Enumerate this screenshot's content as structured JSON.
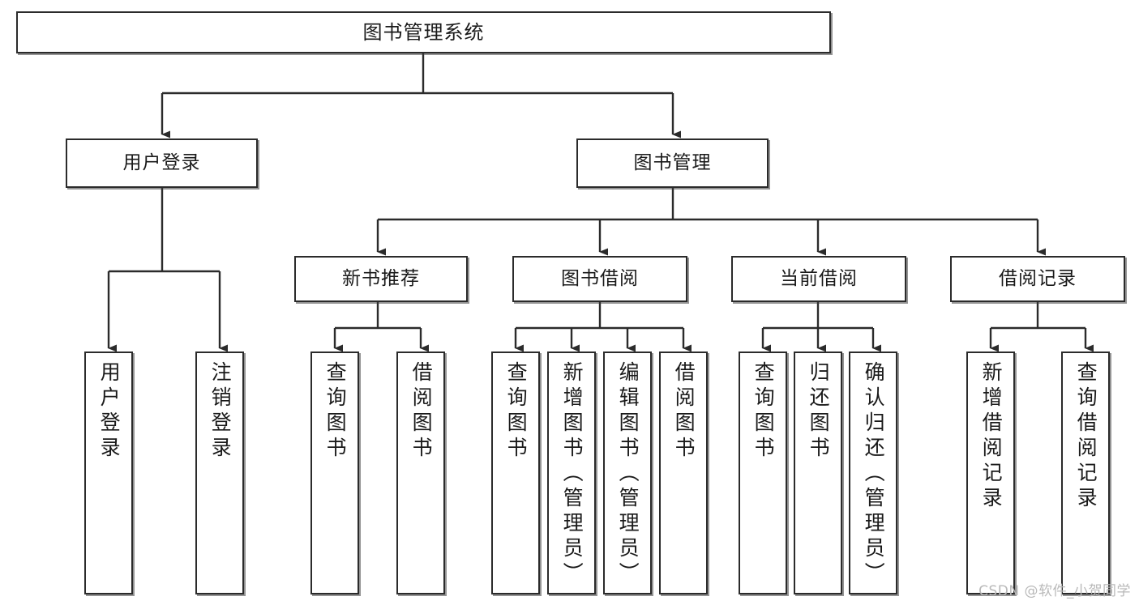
{
  "diagram": {
    "type": "tree-hierarchy",
    "title": "图书管理系统",
    "watermark": "CSDN @软件_小贺同学",
    "colors": {
      "box_border": "#2b2b2b",
      "box_fill": "#ffffff",
      "connector": "#2b2b2b",
      "text": "#1a1a1a",
      "watermark": "#b9b9b9"
    },
    "levels": [
      {
        "level": 0,
        "name": "system-root"
      },
      {
        "level": 1,
        "name": "modules"
      },
      {
        "level": 2,
        "name": "sub-modules"
      },
      {
        "level": 3,
        "name": "functions"
      }
    ],
    "nodes": {
      "root": {
        "id": "n0",
        "label": "图书管理系统",
        "orientation": "horizontal"
      },
      "level1": [
        {
          "id": "n1",
          "label": "用户登录",
          "orientation": "horizontal"
        },
        {
          "id": "n2",
          "label": "图书管理",
          "orientation": "horizontal"
        }
      ],
      "level2": [
        {
          "id": "n3",
          "label": "新书推荐",
          "orientation": "horizontal",
          "parent": "n2"
        },
        {
          "id": "n4",
          "label": "图书借阅",
          "orientation": "horizontal",
          "parent": "n2"
        },
        {
          "id": "n5",
          "label": "当前借阅",
          "orientation": "horizontal",
          "parent": "n2"
        },
        {
          "id": "n6",
          "label": "借阅记录",
          "orientation": "horizontal",
          "parent": "n2"
        }
      ],
      "leaves": [
        {
          "id": "l1",
          "label": "用户登录",
          "parent": "n1"
        },
        {
          "id": "l2",
          "label": "注销登录",
          "parent": "n1"
        },
        {
          "id": "l3",
          "label": "查询图书",
          "parent": "n3"
        },
        {
          "id": "l4",
          "label": "借阅图书",
          "parent": "n3"
        },
        {
          "id": "l5",
          "label": "查询图书",
          "parent": "n4"
        },
        {
          "id": "l6",
          "label": "新增图书（管理员）",
          "parent": "n4"
        },
        {
          "id": "l7",
          "label": "编辑图书（管理员）",
          "parent": "n4"
        },
        {
          "id": "l8",
          "label": "借阅图书",
          "parent": "n4"
        },
        {
          "id": "l9",
          "label": "查询图书",
          "parent": "n5"
        },
        {
          "id": "l10",
          "label": "归还图书",
          "parent": "n5"
        },
        {
          "id": "l11",
          "label": "确认归还（管理员）",
          "parent": "n5"
        },
        {
          "id": "l12",
          "label": "新增借阅记录",
          "parent": "n6"
        },
        {
          "id": "l13",
          "label": "查询借阅记录",
          "parent": "n6"
        }
      ]
    },
    "edges": [
      {
        "from": "n0",
        "to": "n1"
      },
      {
        "from": "n0",
        "to": "n2"
      },
      {
        "from": "n2",
        "to": "n3"
      },
      {
        "from": "n2",
        "to": "n4"
      },
      {
        "from": "n2",
        "to": "n5"
      },
      {
        "from": "n2",
        "to": "n6"
      },
      {
        "from": "n1",
        "to": "l1"
      },
      {
        "from": "n1",
        "to": "l2"
      },
      {
        "from": "n3",
        "to": "l3"
      },
      {
        "from": "n3",
        "to": "l4"
      },
      {
        "from": "n4",
        "to": "l5"
      },
      {
        "from": "n4",
        "to": "l6"
      },
      {
        "from": "n4",
        "to": "l7"
      },
      {
        "from": "n4",
        "to": "l8"
      },
      {
        "from": "n5",
        "to": "l9"
      },
      {
        "from": "n5",
        "to": "l10"
      },
      {
        "from": "n5",
        "to": "l11"
      },
      {
        "from": "n6",
        "to": "l12"
      },
      {
        "from": "n6",
        "to": "l13"
      }
    ]
  }
}
